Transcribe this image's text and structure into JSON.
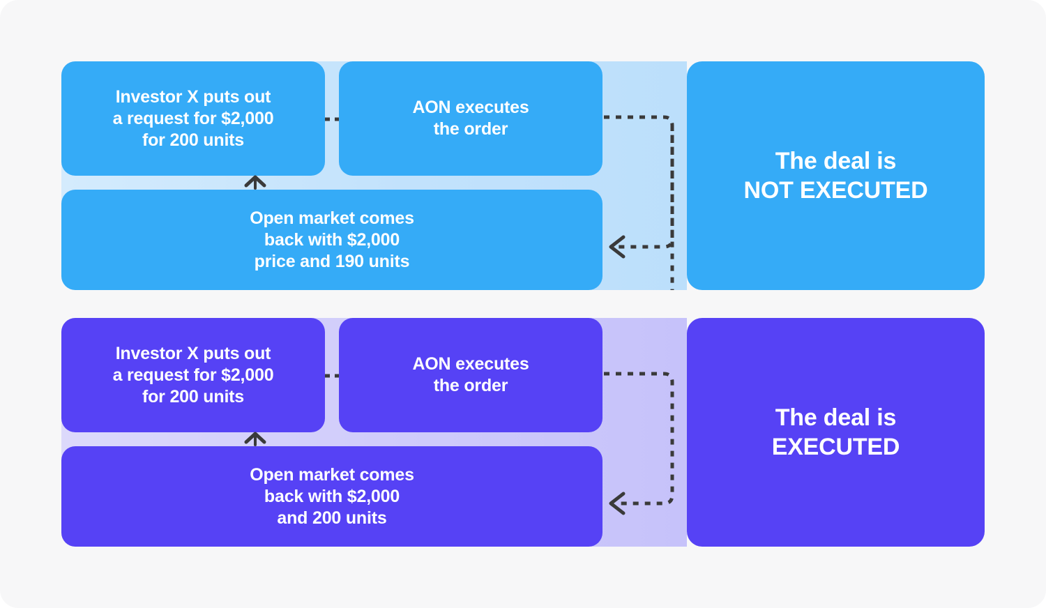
{
  "palette": {
    "page_background": "#f7f7f8",
    "blue_card": "#35ABF7",
    "blue_band": "#c9e5fd",
    "purple_card": "#5642F5",
    "purple_band": "#d1cdfb",
    "text_on_card": "#ffffff",
    "connector": "#3a3a3a"
  },
  "diagram": {
    "type": "flow-comparison",
    "scenarios": [
      {
        "id": "not-executed",
        "accent": "#35ABF7",
        "request": {
          "lines": [
            "Investor X puts out",
            "a request for $2,000",
            "for 200 units"
          ]
        },
        "aon": {
          "lines": [
            "AON executes",
            "the order"
          ]
        },
        "market": {
          "lines": [
            "Open market comes",
            "back with $2,000",
            "price and 190 units"
          ]
        },
        "result": {
          "lines": [
            "The deal is",
            "NOT EXECUTED"
          ]
        },
        "connectors": {
          "request_to_aon": "dashed-line",
          "aon_to_market": "dashed-elbow-arrow-left",
          "market_to_request": "chevron-up"
        }
      },
      {
        "id": "executed",
        "accent": "#5642F5",
        "request": {
          "lines": [
            "Investor X puts out",
            "a request for $2,000",
            "for 200 units"
          ]
        },
        "aon": {
          "lines": [
            "AON executes",
            "the order"
          ]
        },
        "market": {
          "lines": [
            "Open market comes",
            "back with $2,000",
            "and 200 units"
          ]
        },
        "result": {
          "lines": [
            "The deal is",
            "EXECUTED"
          ]
        },
        "connectors": {
          "request_to_aon": "dashed-line",
          "aon_to_market": "dashed-elbow-arrow-left",
          "market_to_request": "chevron-up"
        }
      }
    ]
  }
}
